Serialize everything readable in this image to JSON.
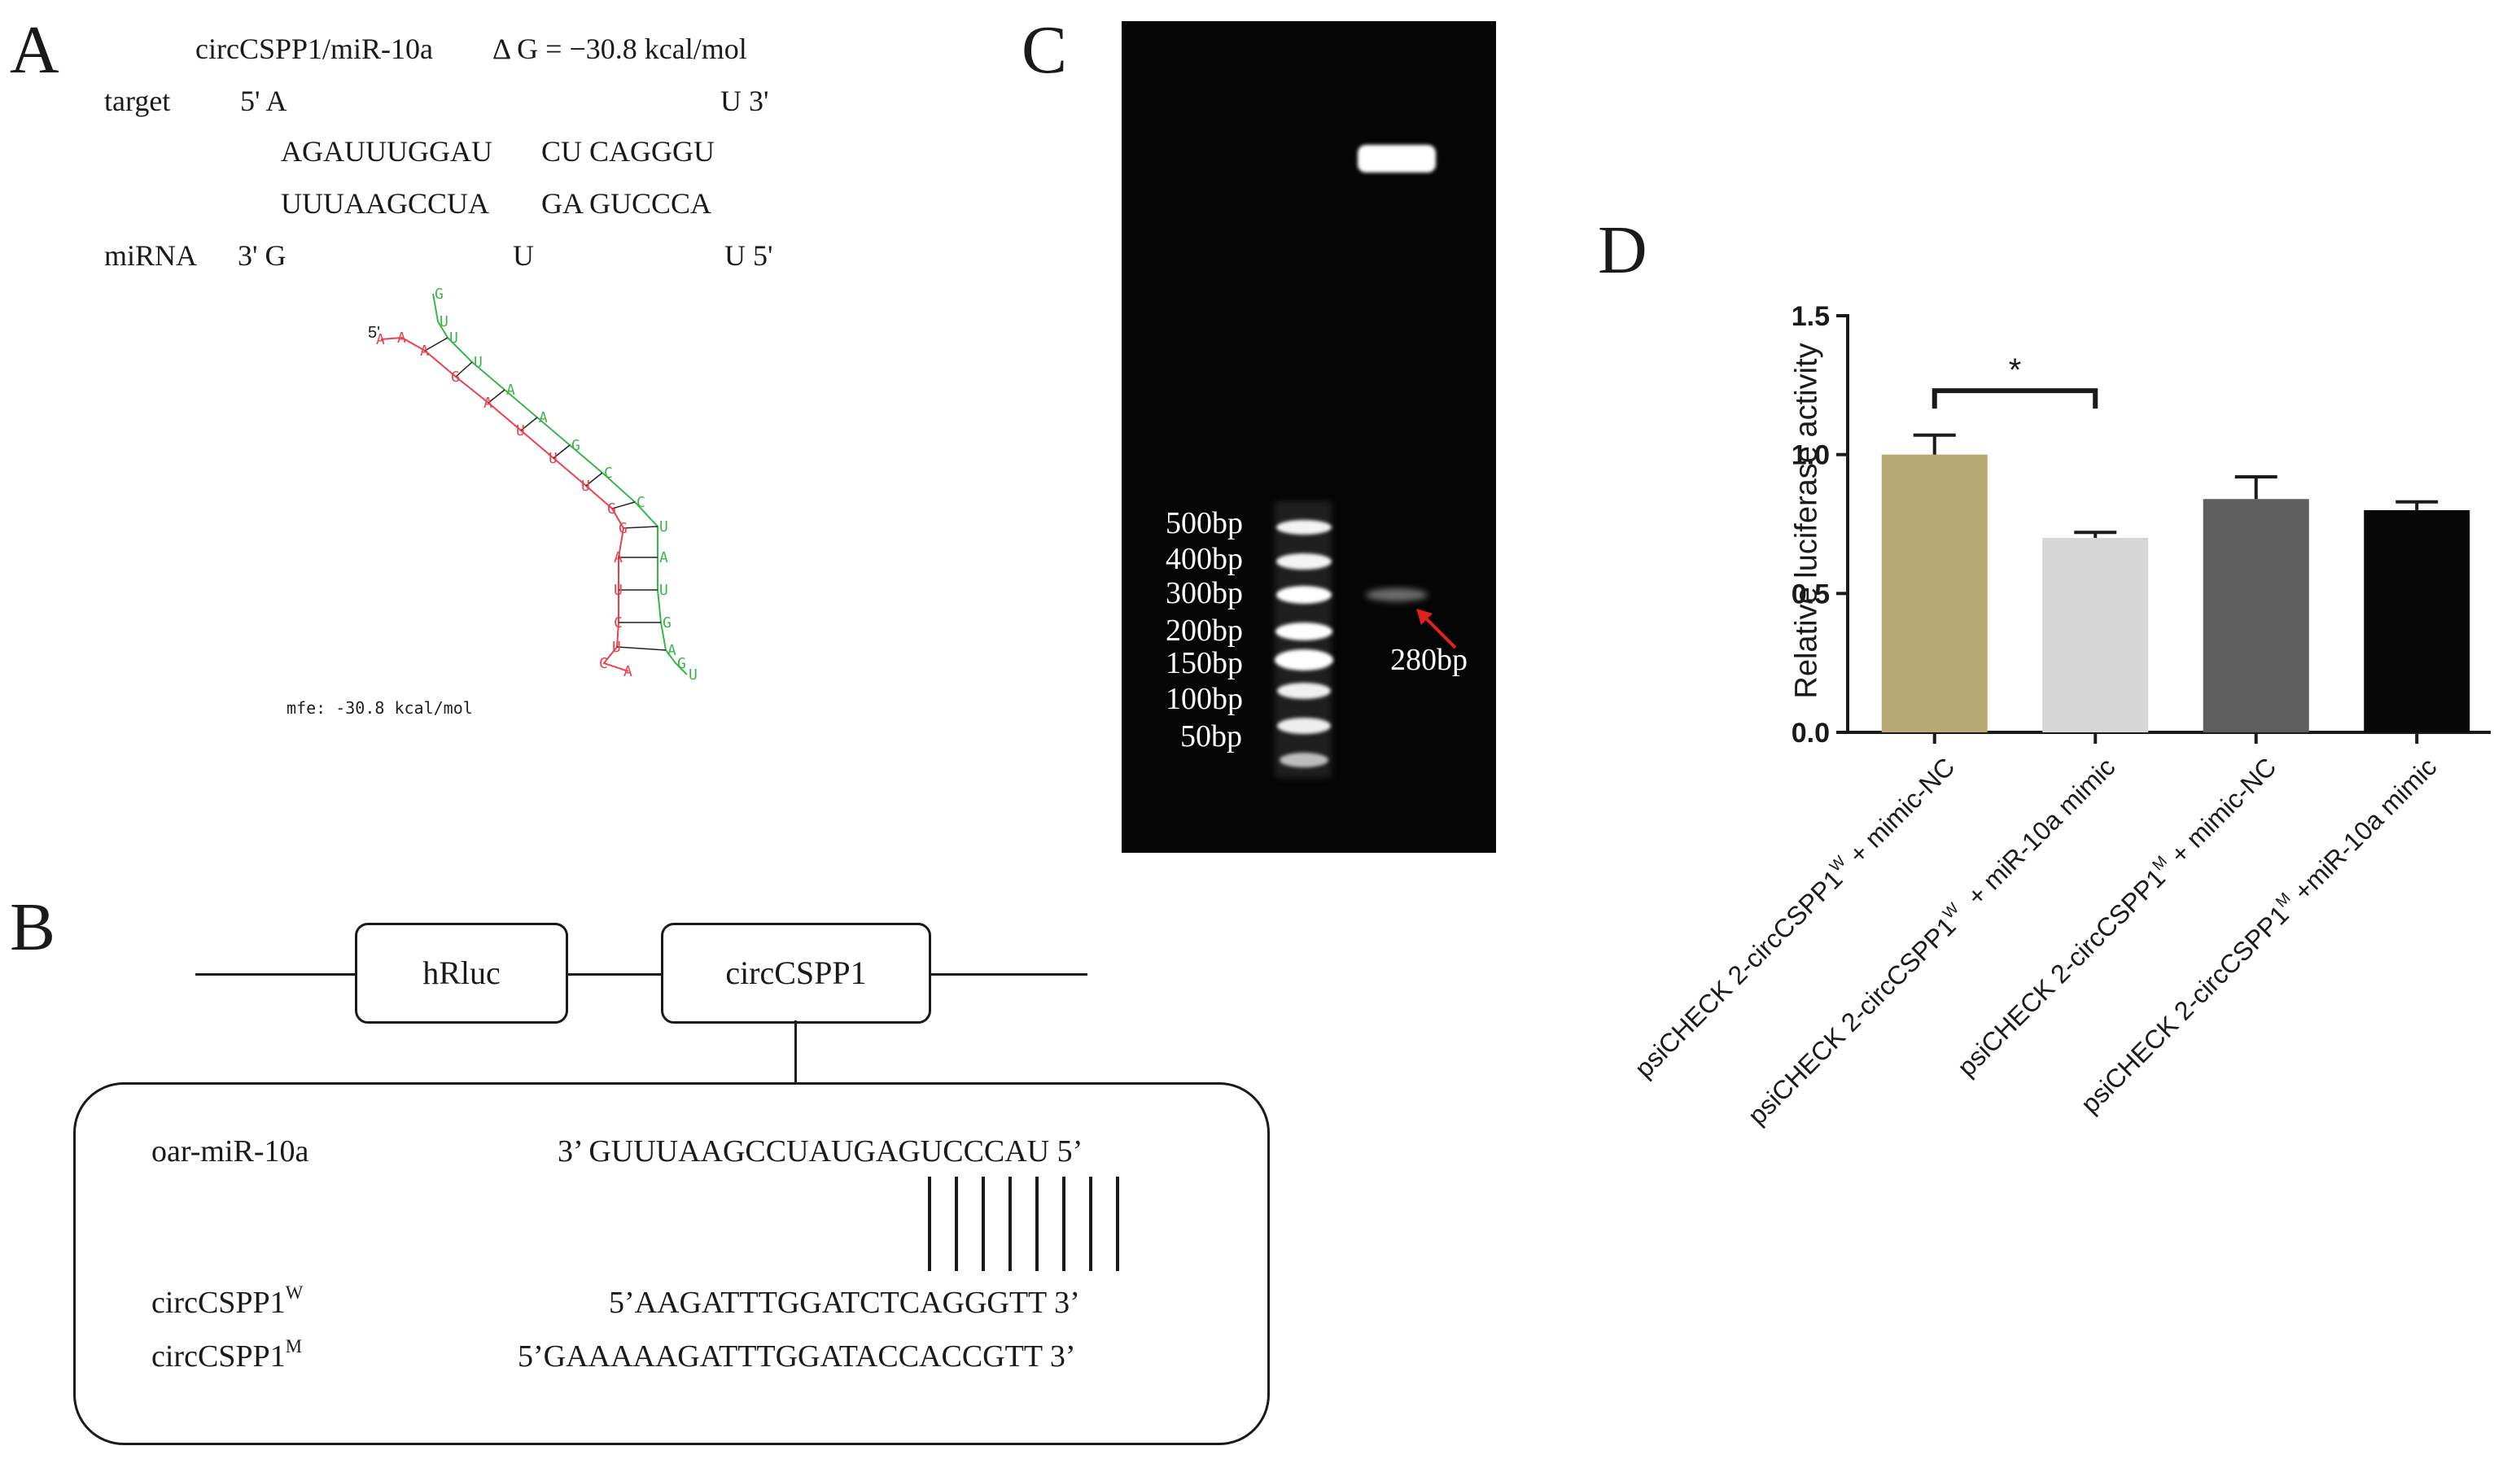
{
  "panel_a": {
    "letter": "A",
    "title": "circCSPP1/miR-10a",
    "delta_g": "Δ G = −30.8 kcal/mol",
    "target_label": "target",
    "target_5": "5' A",
    "target_3": "U 3'",
    "pair_top_1": "AGAUUUGGAU",
    "pair_top_2": "CU CAGGGU",
    "pair_bot_1": "UUUAAGCCUA",
    "pair_bot_2": "GA GUCCCA",
    "mirna_label": "miRNA",
    "mirna_3": "3' G",
    "mirna_mid": "U",
    "mirna_5": "U 5'",
    "structure_5": "5'",
    "mfe": "mfe: -30.8 kcal/mol",
    "colors": {
      "target_strand": "#e8424f",
      "mirna_strand": "#3bb54a"
    }
  },
  "panel_b": {
    "letter": "B",
    "box1": "hRluc",
    "box2": "circCSPP1",
    "mirna_label": "oar-miR-10a",
    "mirna_seq": "3’ GUUUAAGCCUAUGAGUCCCAU 5’",
    "wt_label": "circCSPP1",
    "wt_sup": "W",
    "wt_seq": "5’AAGATTTGGATCTCAGGGTT 3’",
    "mut_label": "circCSPP1",
    "mut_sup": "M",
    "mut_seq": "5’GAAAAAGATTTGGATACCACCGTT 3’"
  },
  "panel_c": {
    "letter": "C",
    "ladder": [
      "500bp",
      "400bp",
      "300bp",
      "200bp",
      "150bp",
      "100bp",
      "50bp"
    ],
    "band_label": "280bp",
    "arrow_color": "#e02020"
  },
  "panel_d": {
    "letter": "D",
    "chart_data": {
      "type": "bar",
      "ylabel": "Relative luciferase activity",
      "ylim": [
        0,
        1.5
      ],
      "yticks": [
        "0.0",
        "0.5",
        "1.0",
        "1.5"
      ],
      "categories": [
        {
          "text": "psiCHECK 2-circCSPP1",
          "sup": "W",
          "tail": " + mimic-NC"
        },
        {
          "text": "psiCHECK 2-circCSPP1",
          "sup": "W",
          "tail": "  + miR-10a mimic"
        },
        {
          "text": "psiCHECK 2-circCSPP1",
          "sup": "M",
          "tail": " + mimic-NC"
        },
        {
          "text": "psiCHECK 2-circCSPP1",
          "sup": "M",
          "tail": " +miR-10a mimic"
        }
      ],
      "values": [
        1.0,
        0.7,
        0.84,
        0.8
      ],
      "errors": [
        0.07,
        0.02,
        0.08,
        0.03
      ],
      "colors": [
        "#b8a873",
        "#d6d6d6",
        "#5e5e5e",
        "#080808"
      ],
      "significance": {
        "label": "*",
        "between": [
          0,
          1
        ]
      }
    }
  }
}
